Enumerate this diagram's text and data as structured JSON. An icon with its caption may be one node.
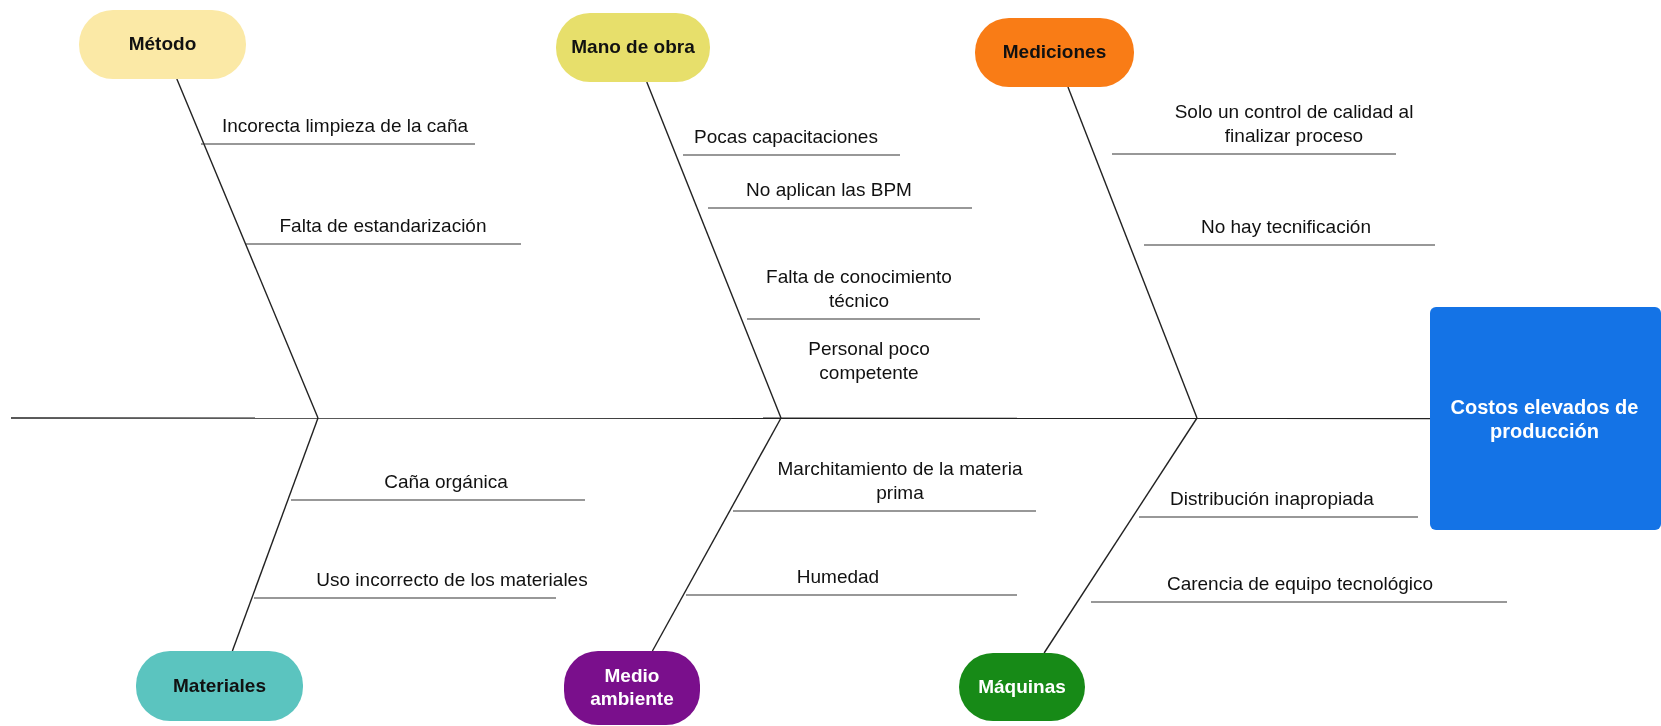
{
  "diagram": {
    "nodes": [
      {
        "text": [
          "Método"
        ]
      },
      {
        "text": [
          "Mano de obra"
        ]
      },
      {
        "text": [
          "Mediciones"
        ]
      },
      {
        "text": [
          "Materiales"
        ]
      },
      {
        "text": [
          "Medio ambiente"
        ]
      },
      {
        "text": [
          "Máquinas"
        ]
      },
      {
        "text": [
          "Costos elevados de producción"
        ]
      }
    ],
    "edges": [
      {
        "from": 0,
        "to": null,
        "arrow": "none"
      },
      {
        "from": 1,
        "to": null,
        "arrow": "none"
      },
      {
        "from": 2,
        "to": null,
        "arrow": "none"
      },
      {
        "from": 3,
        "to": null,
        "arrow": "none"
      },
      {
        "from": 4,
        "to": null,
        "arrow": "none"
      },
      {
        "from": 5,
        "to": null,
        "arrow": "none"
      },
      {
        "from": null,
        "to": 6,
        "arrow": "none"
      }
    ],
    "labels": [
      "Incorecta limpieza de la caña",
      "Falta de estandarización",
      "Pocas capacitaciones",
      "No aplican las BPM",
      "Falta de conocimiento técnico",
      "Personal poco competente",
      "Solo un control de calidad al finalizar proceso",
      "No hay tecnificación",
      "Caña orgánica",
      "Uso incorrecto de los materiales",
      "Marchitamiento de la materia prima",
      "Humedad",
      "Distribución inapropiada",
      "Carencia de equipo tecnológico"
    ]
  }
}
